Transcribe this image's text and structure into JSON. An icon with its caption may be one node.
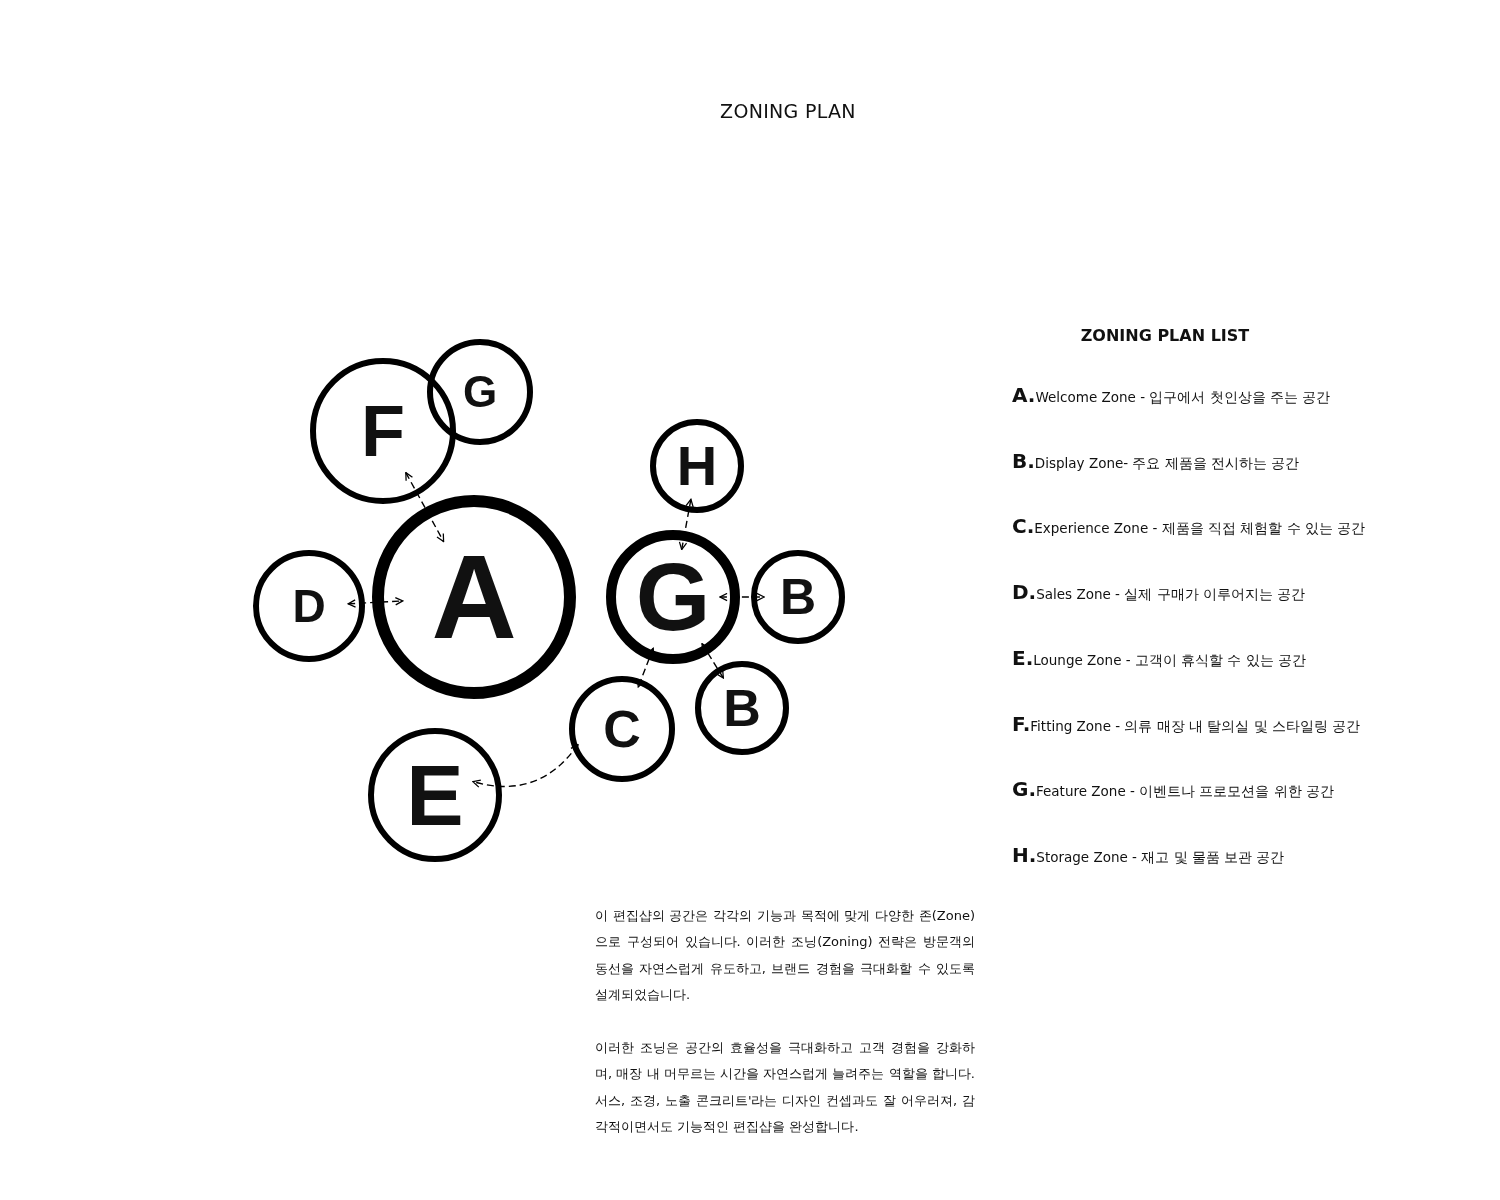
{
  "diagram": {
    "title": "ZONING PLAN",
    "nodes": [
      {
        "text": [
          "F"
        ]
      },
      {
        "text": [
          "G"
        ]
      },
      {
        "text": [
          "H"
        ]
      },
      {
        "text": [
          "A"
        ]
      },
      {
        "text": [
          "D"
        ]
      },
      {
        "text": [
          "G"
        ]
      },
      {
        "text": [
          "B"
        ]
      },
      {
        "text": [
          "C"
        ]
      },
      {
        "text": [
          "B"
        ]
      },
      {
        "text": [
          "E"
        ]
      }
    ],
    "edges": [
      {
        "from": 0,
        "to": 3,
        "arrow": "both",
        "style": "dashed"
      },
      {
        "from": 4,
        "to": 3,
        "arrow": "both",
        "style": "dashed"
      },
      {
        "from": 2,
        "to": 5,
        "arrow": "both",
        "style": "dashed"
      },
      {
        "from": 5,
        "to": 6,
        "arrow": "both",
        "style": "dashed"
      },
      {
        "from": 5,
        "to": 8,
        "arrow": "both",
        "style": "dashed"
      },
      {
        "from": 5,
        "to": 7,
        "arrow": "both",
        "style": "dashed"
      },
      {
        "from": 7,
        "to": 9,
        "arrow": "both",
        "style": "dashed"
      }
    ],
    "labels": [
      "ZONING PLAN LIST",
      "A.Welcome Zone - 입구에서 첫인상을 주는 공간",
      "B.Display Zone- 주요 제품을 전시하는 공간",
      "C.Experience Zone - 제품을 직접 체험할 수 있는 공간",
      "D.Sales Zone - 실제 구매가 이루어지는 공간",
      "E.Lounge Zone - 고객이 휴식할 수 있는 공간",
      "F.Fitting Zone - 의류 매장 내 탈의실 및 스타일링 공간",
      "G.Feature Zone - 이벤트나 프로모션을 위한 공간",
      "H.Storage Zone - 재고 및 물품 보관 공간",
      "이 편집샵의 공간은 각각의 기능과 목적에 맞게 다양한 존(Zone)으로 구성되어 있습니다. 이러한 조닝(Zoning) 전략은 방문객의 동선을 자연스럽게 유도하고, 브랜드 경험을 극대화할 수 있도록 설계되었습니다.",
      "이러한 조닝은 공간의 효율성을 극대화하고 고객 경험을 강화하며, 매장 내 머무르는 시간을 자연스럽게 늘려주는 역할을 합니다. 서스, 조경, 노출 콘크리트'라는 디자인 컨셉과도 잘 어우러져, 감각적이면서도 기능적인 편집샵을 완성합니다."
    ]
  }
}
